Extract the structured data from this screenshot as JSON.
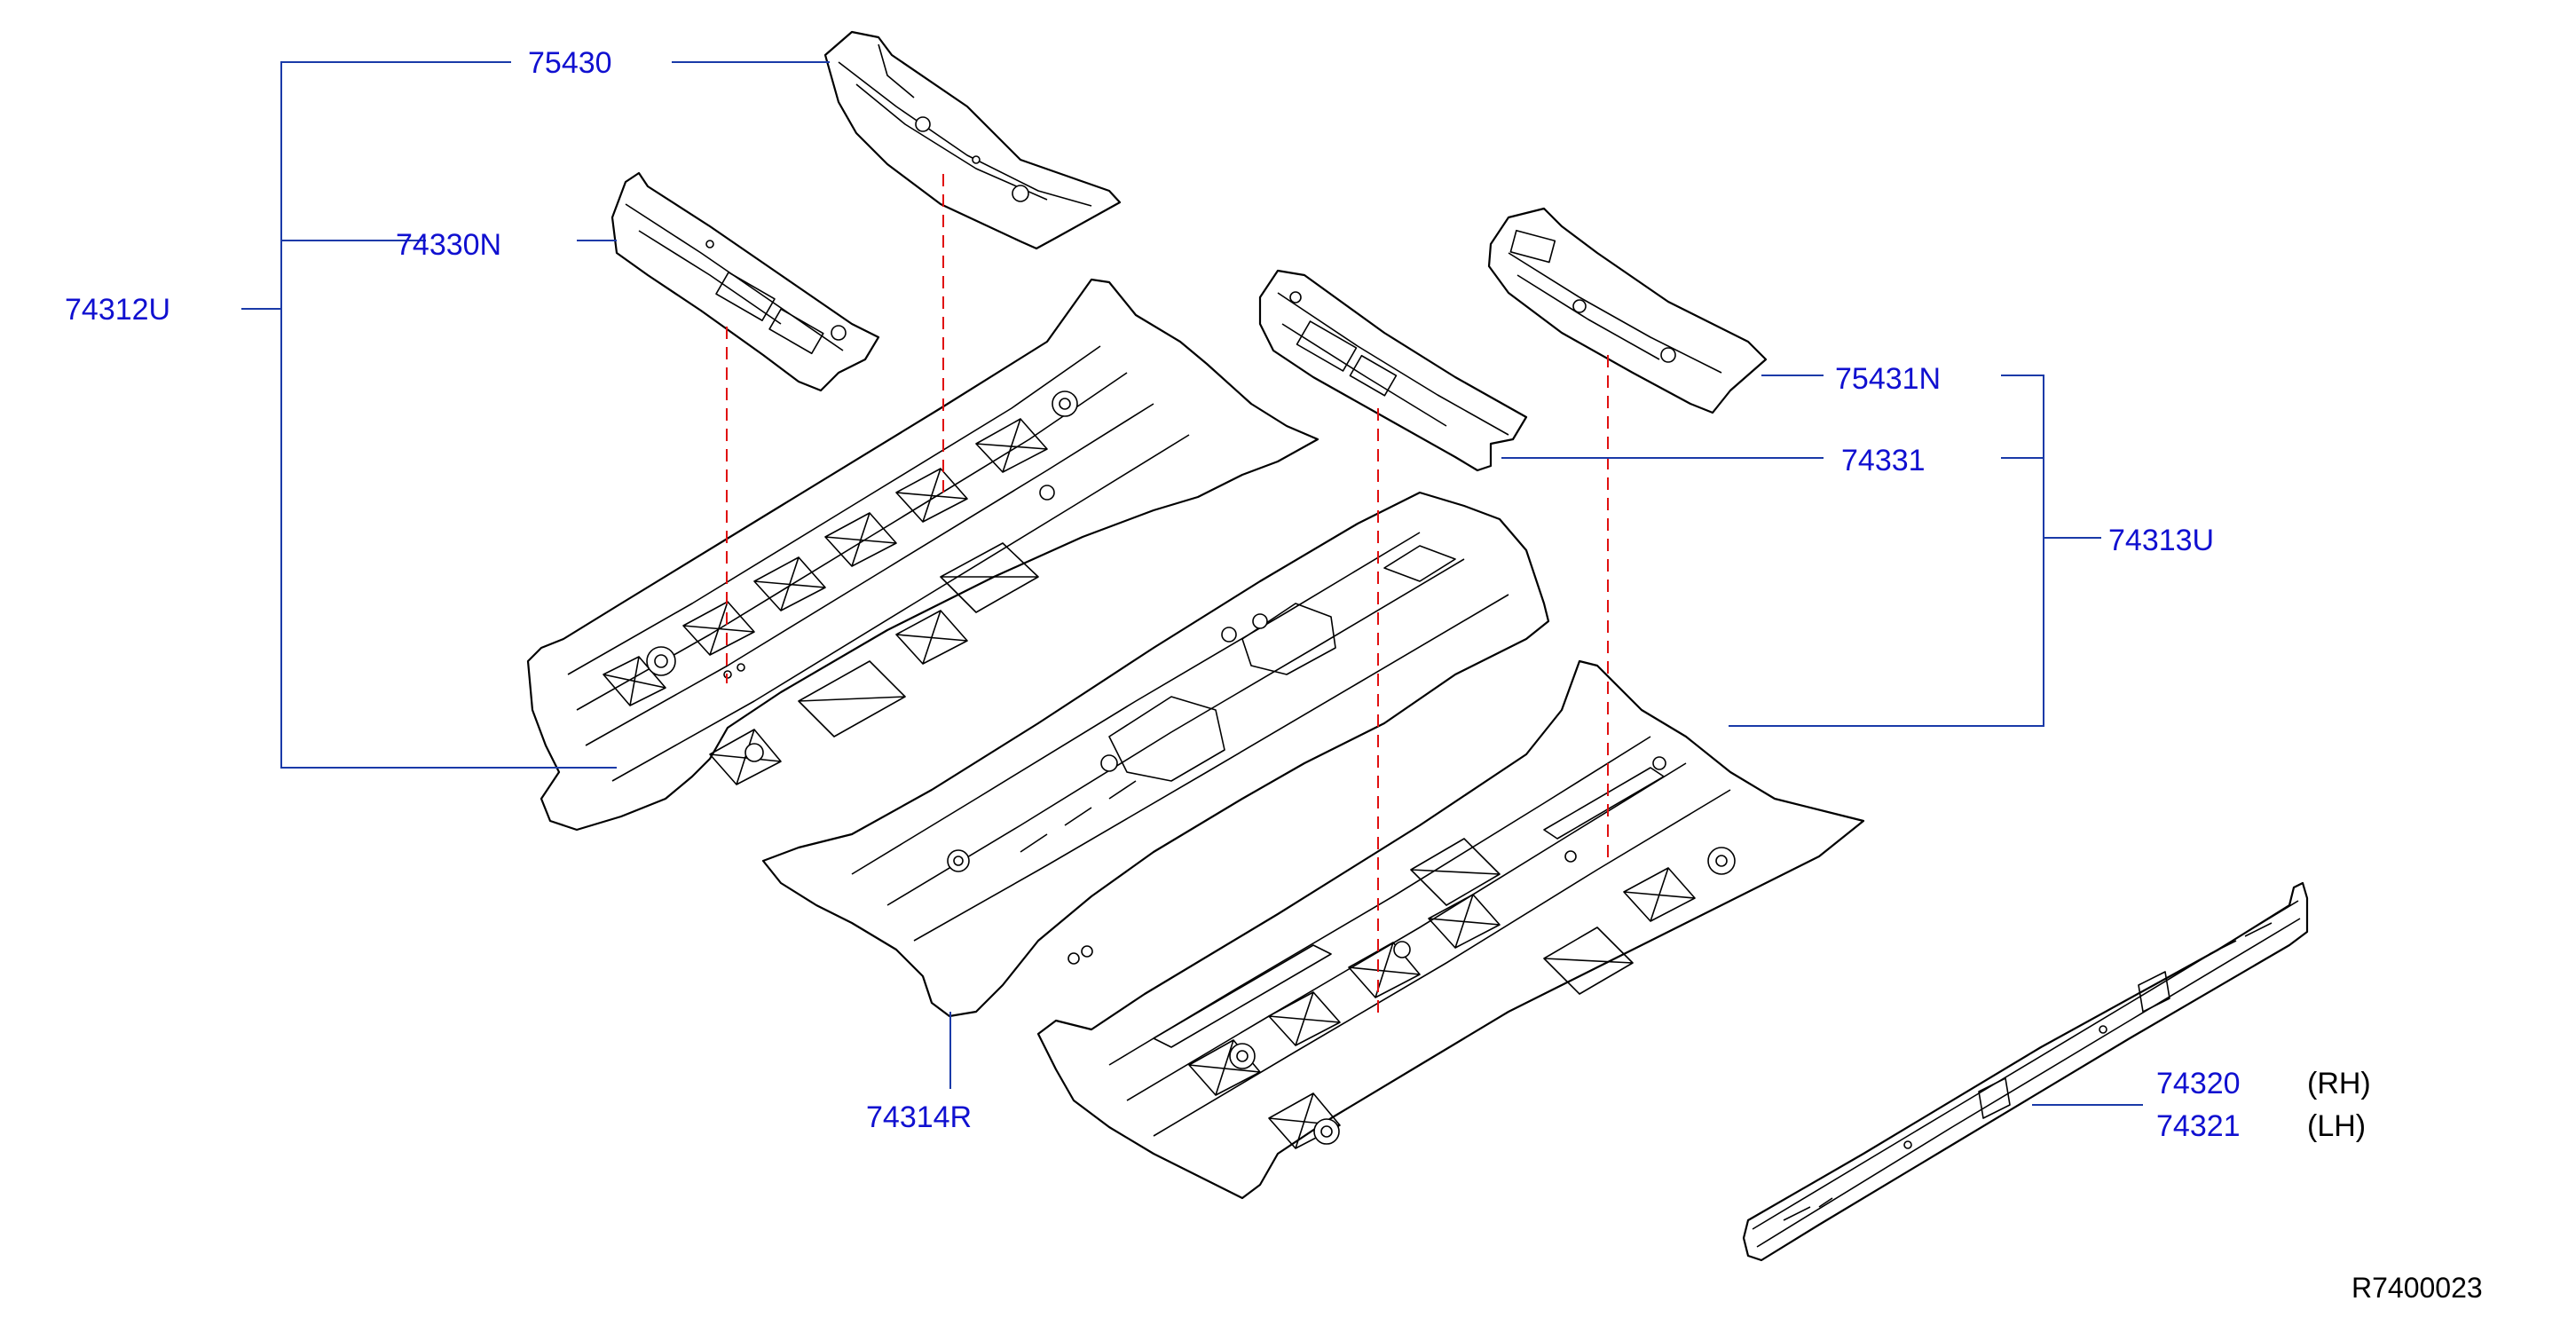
{
  "callouts": {
    "p75430": "75430",
    "p74330N": "74330N",
    "p74312U": "74312U",
    "p75431N": "75431N",
    "p74331": "74331",
    "p74313U": "74313U",
    "p74314R": "74314R",
    "p74320": "74320",
    "p74320_side": "(RH)",
    "p74321": "74321",
    "p74321_side": "(LH)"
  },
  "reference": "R7400023",
  "colors": {
    "part_number": "#1010d0",
    "leader_line": "#1a3aa8",
    "alignment_dash": "#e01010"
  }
}
